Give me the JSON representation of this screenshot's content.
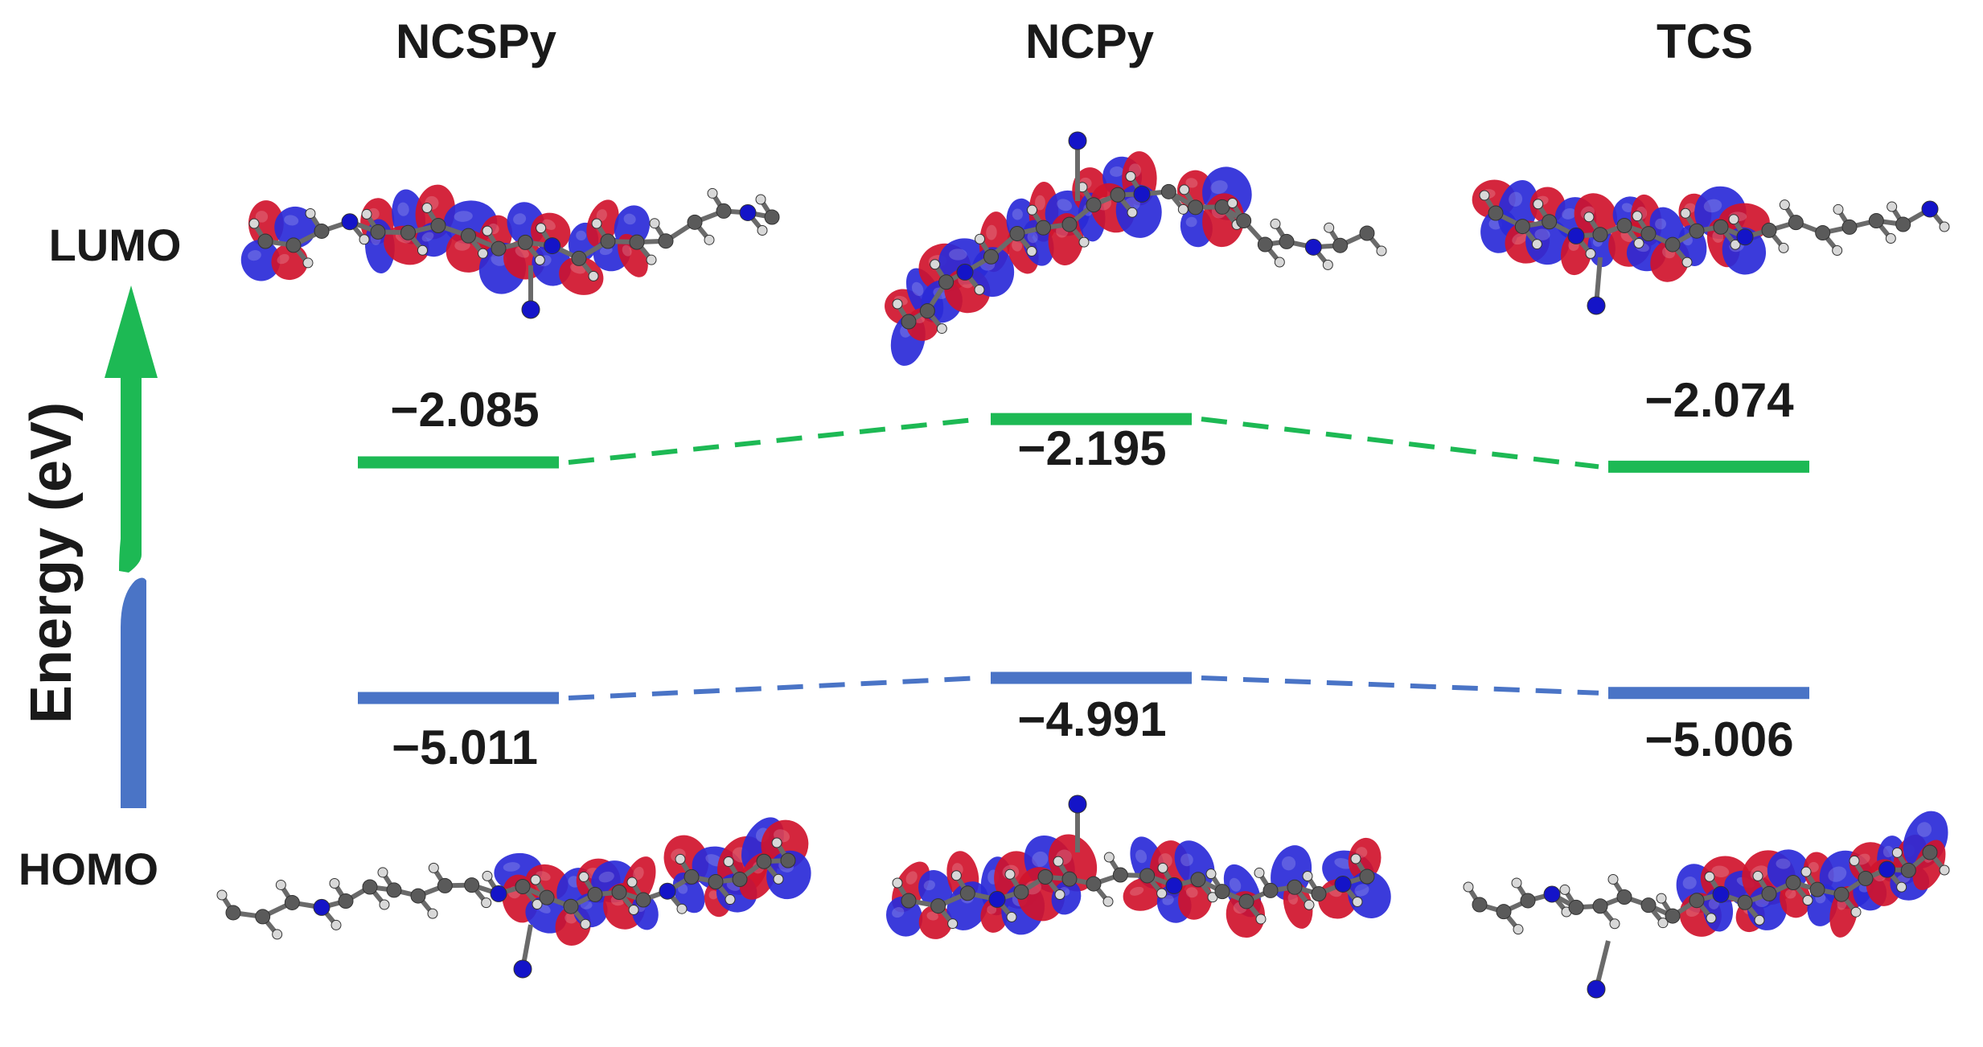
{
  "axis": {
    "label": "Energy (eV)",
    "upper_label": "LUMO",
    "lower_label": "HOMO"
  },
  "molecules": [
    {
      "name": "NCSPy",
      "lumo": "−2.085",
      "homo": "−5.011",
      "lumo_value": -2.085,
      "homo_value": -5.011
    },
    {
      "name": "NCPy",
      "lumo": "−2.195",
      "homo": "−4.991",
      "lumo_value": -2.195,
      "homo_value": -4.991
    },
    {
      "name": "TCS",
      "lumo": "−2.074",
      "homo": "−5.006",
      "lumo_value": -2.074,
      "homo_value": -5.006
    }
  ],
  "colors": {
    "lumo": "#1db954",
    "homo": "#4a74c6",
    "orbital_positive": "#d0142c",
    "orbital_negative": "#2a2ad8",
    "atom_carbon": "#5a5a5a",
    "atom_hydrogen": "#d8d8d8",
    "atom_nitrogen": "#1414c8",
    "atom_oxygen": "#c81414"
  }
}
